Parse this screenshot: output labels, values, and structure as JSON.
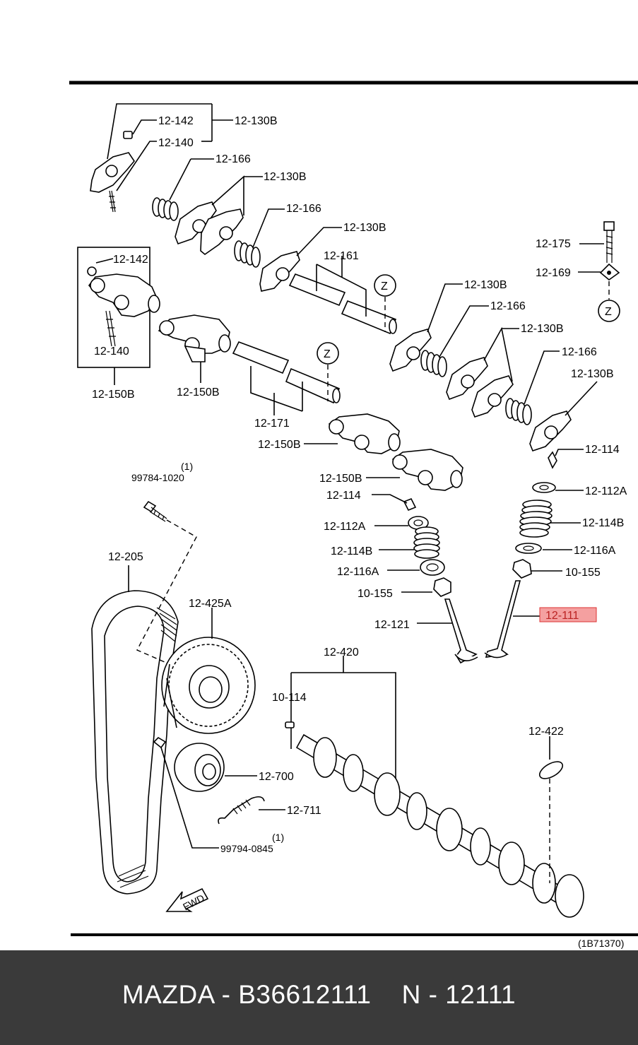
{
  "diagram": {
    "reference_code": "(1B71370)",
    "highlight_color": "#f4a0a0",
    "labels": {
      "l_12_142_top": "12-142",
      "l_12_130b_top": "12-130B",
      "l_12_140_top": "12-140",
      "l_12_166_a": "12-166",
      "l_12_130b_b": "12-130B",
      "l_12_166_b": "12-166",
      "l_12_130b_c": "12-130B",
      "l_12_161": "12-161",
      "l_z_1": "Z",
      "l_12_175": "12-175",
      "l_12_169": "12-169",
      "l_z_2": "Z",
      "l_12_142_box": "12-142",
      "l_12_140_box": "12-140",
      "l_12_150b_box": "12-150B",
      "l_12_130b_d": "12-130B",
      "l_12_166_c": "12-166",
      "l_12_130b_e": "12-130B",
      "l_12_166_d": "12-166",
      "l_12_130b_f": "12-130B",
      "l_z_3": "Z",
      "l_12_150b_a": "12-150B",
      "l_12_171": "12-171",
      "l_12_150b_b": "12-150B",
      "l_12_150b_c": "12-150B",
      "l_12_114_r": "12-114",
      "l_12_112a_r": "12-112A",
      "l_12_114b_r": "12-114B",
      "l_12_116a_r": "12-116A",
      "l_10_155_r": "10-155",
      "l_12_111": "12-111",
      "l_12_114_l": "12-114",
      "l_12_112a_l": "12-112A",
      "l_12_114b_l": "12-114B",
      "l_12_116a_l": "12-116A",
      "l_10_155_l": "10-155",
      "l_12_121": "12-121",
      "l_1_a": "(1)",
      "l_99784": "99784-1020",
      "l_12_205": "12-205",
      "l_12_425a": "12-425A",
      "l_12_420": "12-420",
      "l_10_114": "10-114",
      "l_12_422": "12-422",
      "l_12_700": "12-700",
      "l_12_711": "12-711",
      "l_1_b": "(1)",
      "l_99794": "99794-0845",
      "l_fwd": "FWD"
    }
  },
  "footer": {
    "text": "MAZDA - B36612111    N - 12111"
  }
}
